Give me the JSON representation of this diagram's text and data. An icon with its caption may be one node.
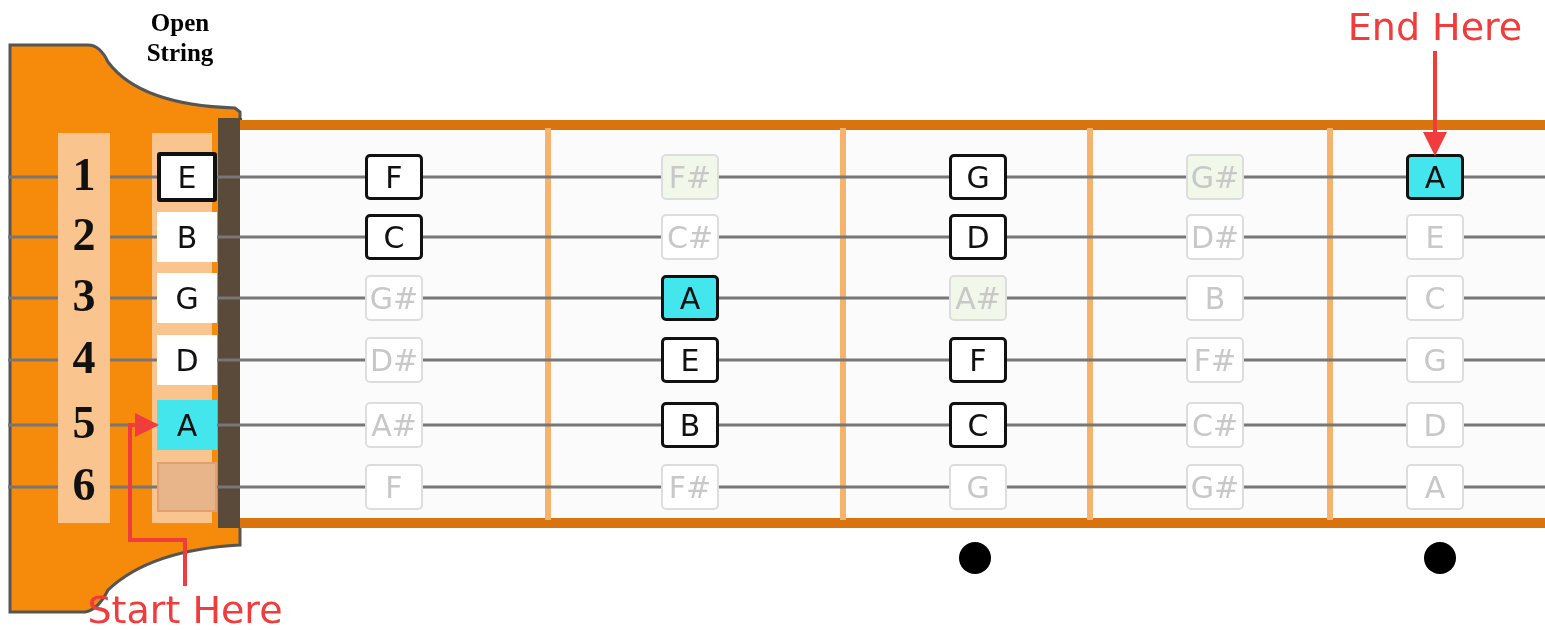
{
  "diagram": {
    "nodes": [
      {
        "text": [
          "End Here"
        ]
      },
      {
        "text": [
          "E"
        ]
      },
      {
        "text": [
          "F"
        ]
      },
      {
        "text": [
          "F#"
        ]
      },
      {
        "text": [
          "G"
        ]
      },
      {
        "text": [
          "G#"
        ]
      },
      {
        "text": [
          "A"
        ]
      },
      {
        "text": [
          "B"
        ]
      },
      {
        "text": [
          "C"
        ]
      },
      {
        "text": [
          "C#"
        ]
      },
      {
        "text": [
          "D"
        ]
      },
      {
        "text": [
          "D#"
        ]
      },
      {
        "text": [
          "E"
        ]
      },
      {
        "text": [
          "G"
        ]
      },
      {
        "text": [
          "G#"
        ]
      },
      {
        "text": [
          "A"
        ]
      },
      {
        "text": [
          "A#"
        ]
      },
      {
        "text": [
          "B"
        ]
      },
      {
        "text": [
          "C"
        ]
      },
      {
        "text": [
          "D"
        ]
      },
      {
        "text": [
          "D#"
        ]
      },
      {
        "text": [
          "E"
        ]
      },
      {
        "text": [
          "F"
        ]
      },
      {
        "text": [
          "F#"
        ]
      },
      {
        "text": [
          "G"
        ]
      },
      {
        "text": [
          "A"
        ]
      },
      {
        "text": [
          "A#"
        ]
      },
      {
        "text": [
          "B"
        ]
      },
      {
        "text": [
          "C"
        ]
      },
      {
        "text": [
          "C#"
        ]
      },
      {
        "text": [
          "D"
        ]
      },
      {
        "text": [],
        "shape": "box"
      },
      {
        "text": [
          "F"
        ]
      },
      {
        "text": [
          "F#"
        ]
      },
      {
        "text": [
          "G"
        ]
      },
      {
        "text": [
          "G#"
        ]
      },
      {
        "text": [
          "A"
        ]
      },
      {
        "text": [
          "Start Here"
        ]
      }
    ],
    "edges": [
      {
        "from": 0,
        "to": 6,
        "arrow": "to",
        "color": "#f03c3c"
      },
      {
        "from": 37,
        "to": 25,
        "arrow": "to",
        "color": "#f03c3c"
      }
    ],
    "labels": [
      "Open String",
      "1",
      "2",
      "3",
      "4",
      "5",
      "6"
    ]
  }
}
